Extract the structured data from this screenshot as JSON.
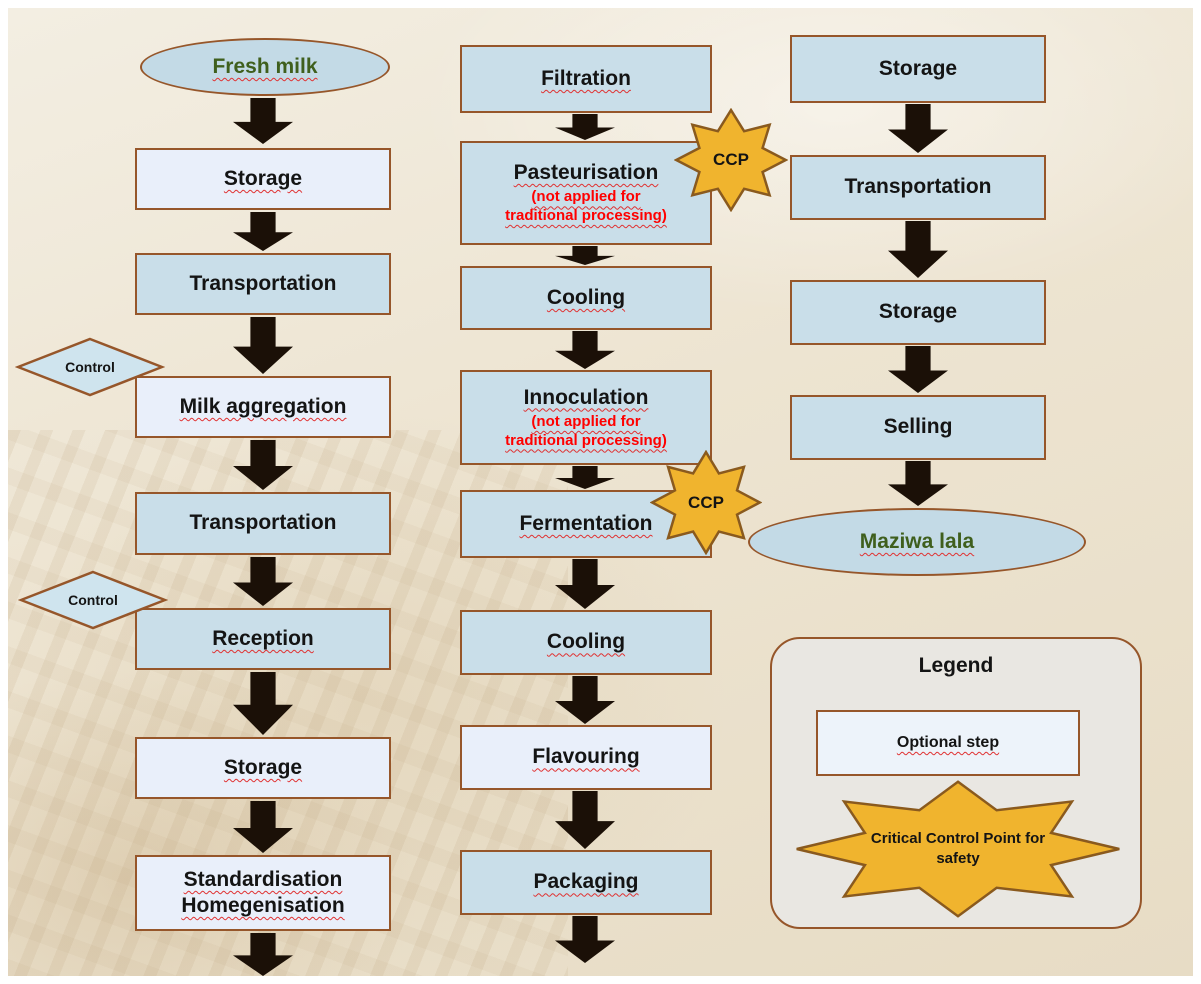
{
  "diagram": {
    "badges": {
      "control": "Control",
      "ccp": "CCP"
    },
    "columns": {
      "left": {
        "nodes": [
          {
            "shape": "ellipse",
            "label": "Fresh milk"
          },
          {
            "shape": "box",
            "label": "Storage"
          },
          {
            "shape": "box",
            "label": "Transportation"
          },
          {
            "shape": "box",
            "label": "Milk aggregation",
            "control_point": true
          },
          {
            "shape": "box",
            "label": "Transportation"
          },
          {
            "shape": "box",
            "label": "Reception",
            "control_point": true
          },
          {
            "shape": "box",
            "label": "Storage"
          },
          {
            "shape": "box",
            "label": "Standardisation Homegenisation"
          }
        ]
      },
      "middle": {
        "nodes": [
          {
            "shape": "box",
            "label": "Filtration"
          },
          {
            "shape": "box",
            "label": "Pasteurisation",
            "note": "(not applied for traditional processing)",
            "ccp": true
          },
          {
            "shape": "box",
            "label": "Cooling"
          },
          {
            "shape": "box",
            "label": "Innoculation",
            "note": "(not applied for traditional processing)"
          },
          {
            "shape": "box",
            "label": "Fermentation",
            "ccp": true
          },
          {
            "shape": "box",
            "label": "Cooling"
          },
          {
            "shape": "box",
            "label": "Flavouring"
          },
          {
            "shape": "box",
            "label": "Packaging"
          }
        ]
      },
      "right": {
        "nodes": [
          {
            "shape": "box",
            "label": "Storage"
          },
          {
            "shape": "box",
            "label": "Transportation"
          },
          {
            "shape": "box",
            "label": "Storage"
          },
          {
            "shape": "box",
            "label": "Selling"
          },
          {
            "shape": "ellipse",
            "label": "Maziwa lala"
          }
        ]
      }
    },
    "legend": {
      "title": "Legend",
      "optional_step": "Optional step",
      "ccp_text": "Critical Control Point for safety"
    },
    "colors": {
      "box_fill": "#c9dee9",
      "box_fill_light": "#e9effa",
      "box_border": "#96562a",
      "arrow": "#1b1007",
      "star_fill": "#f0b42e",
      "green_text": "#3f5f1d",
      "note_red": "#ff0000",
      "background": "#ece3d0"
    }
  }
}
